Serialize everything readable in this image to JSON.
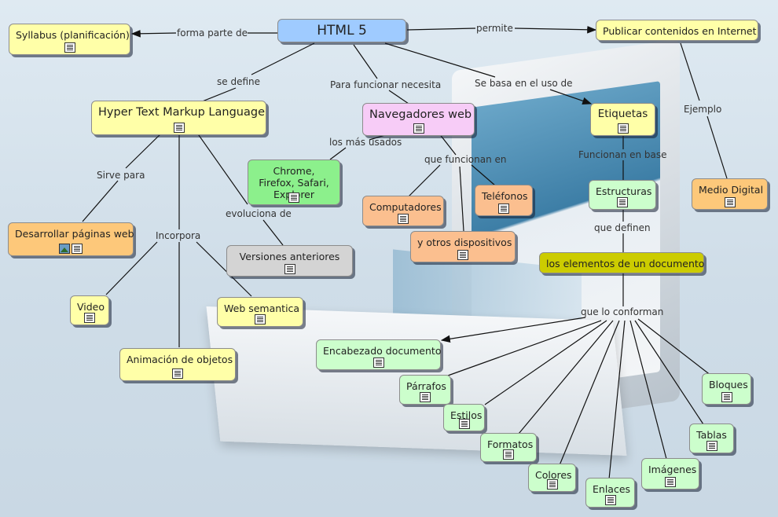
{
  "nodes": {
    "html5": "HTML 5",
    "syllabus": "Syllabus (planificación)",
    "publicar": "Publicar contenidos en Internet",
    "hypertext": "Hyper Text Markup Language",
    "navegadores": "Navegadores web",
    "etiquetas": "Etiquetas",
    "medio": "Medio Digital",
    "chrome": "Chrome, Firefox, Safari, Explorer",
    "estructuras": "Estructuras",
    "computadores": "Computadores",
    "telefonos": "Teléfonos",
    "otros": "y otros dispositivos",
    "desarrollar": "Desarrollar páginas web",
    "versiones": "Versiones anteriores",
    "elementos": "los elementos de un documento",
    "video": "Video",
    "websem": "Web semantica",
    "animacion": "Animación de objetos",
    "encabezado": "Encabezado documento",
    "parrafos": "Párrafos",
    "estilos": "Estilos",
    "formatos": "Formatos",
    "colores": "Colores",
    "enlaces": "Enlaces",
    "imagenes": "Imágenes",
    "tablas": "Tablas",
    "bloques": "Bloques"
  },
  "links": {
    "forma_parte": "forma parte de",
    "permite": "permite",
    "se_define": "se define",
    "para_funcionar": "Para funcionar necesita",
    "se_basa": "Se basa en el uso de",
    "ejemplo": "Ejemplo",
    "mas_usados": "los más usados",
    "funcionan_en": "que funcionan en",
    "funcionan_base": "Funcionan en base",
    "sirve_para": "Sirve para",
    "evoluciona": "evoluciona de",
    "incorpora": "Incorpora",
    "que_definen": "que definen",
    "que_conforman": "que lo conforman"
  },
  "colors": {
    "blue": "#9fcbff",
    "yellow": "#ffffa8",
    "pink": "#f7ccf7",
    "green": "#ccfecc",
    "orange": "#fdc87a",
    "salmon": "#fbbf8f",
    "gray": "#d4d4d4",
    "olive": "#cccc00"
  },
  "icons": {
    "note": "document-icon",
    "image": "image-icon"
  }
}
